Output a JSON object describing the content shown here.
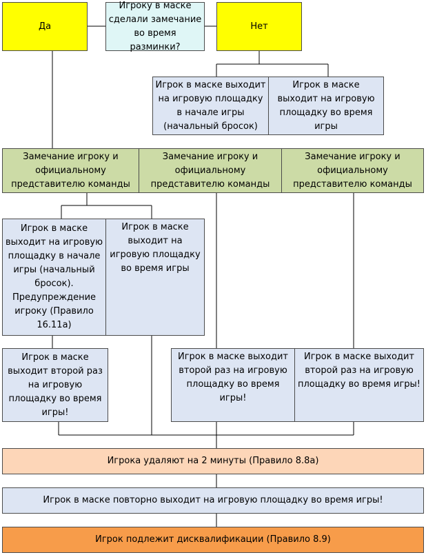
{
  "header": {
    "yes": "Да",
    "question": "Игроку в маске сделали замечание во время разминки?",
    "no": "Нет"
  },
  "no_branch": {
    "start_of_game": "Игрок в маске выходит на игровую площадку в начале игры (начальный бросок)",
    "during_game": "Игрок в маске выходит на игровую площадку во время игры"
  },
  "warnings": [
    "Замечание игроку и официальному представителю команды",
    "Замечание игроку и официальному представителю команды",
    "Замечание игроку и официальному представителю команды"
  ],
  "yes_branch": {
    "start_of_game": "Игрок в маске выходит на игровую площадку в начале игры (начальный бросок). Предупреждение игроку (Правило 16.11a)",
    "during_game": "Игрок в маске выходит на игровую площадку во время игры",
    "second_time": "Игрок в маске выходит второй раз на игровую площадку во время игры!"
  },
  "second_time": [
    "Игрок в маске выходит второй раз на игровую площадку во время игры!",
    "Игрок в маске выходит второй раз на игровую площадку во время игры!"
  ],
  "outcomes": {
    "suspension": "Игрока удаляют на 2 минуты (Правило 8.8a)",
    "repeat": "Игрок в маске повторно выходит на игровую площадку во время игры!",
    "disqualification": "Игрок подлежит дисквалификации (Правило 8.9)"
  }
}
